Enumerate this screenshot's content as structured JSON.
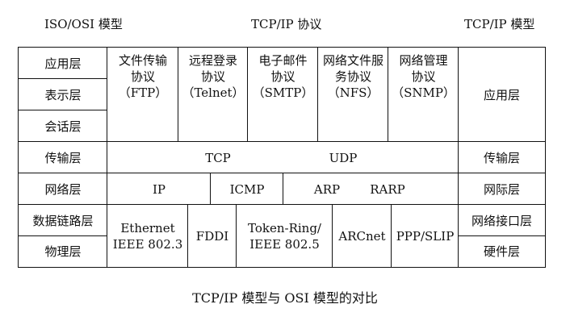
{
  "headers": {
    "left": "ISO/OSI 模型",
    "center": "TCP/IP 协议",
    "right": "TCP/IP 模型"
  },
  "osi_layers": [
    "应用层",
    "表示层",
    "会话层",
    "传输层",
    "网络层",
    "数据链路层",
    "物理层"
  ],
  "tcpip_layers": [
    "应用层",
    "传输层",
    "网际层",
    "网络接口层",
    "硬件层"
  ],
  "protocols": {
    "application": [
      "文件传输\n协议\n（FTP）",
      "远程登录\n协议\n（Telnet）",
      "电子邮件\n协议\n（SMTP）",
      "网络文件服\n务协议\n（NFS）",
      "网络管理\n协议\n（SNMP）"
    ],
    "transport": [
      "TCP",
      "UDP"
    ],
    "internet": [
      "IP",
      "ICMP",
      "ARP",
      "RARP"
    ],
    "network_interface": [
      "Ethernet\nIEEE 802.3",
      "FDDI",
      "Token-Ring/\nIEEE 802.5",
      "ARCnet",
      "PPP/SLIP"
    ]
  },
  "caption": "TCP/IP 模型与 OSI 模型的对比"
}
